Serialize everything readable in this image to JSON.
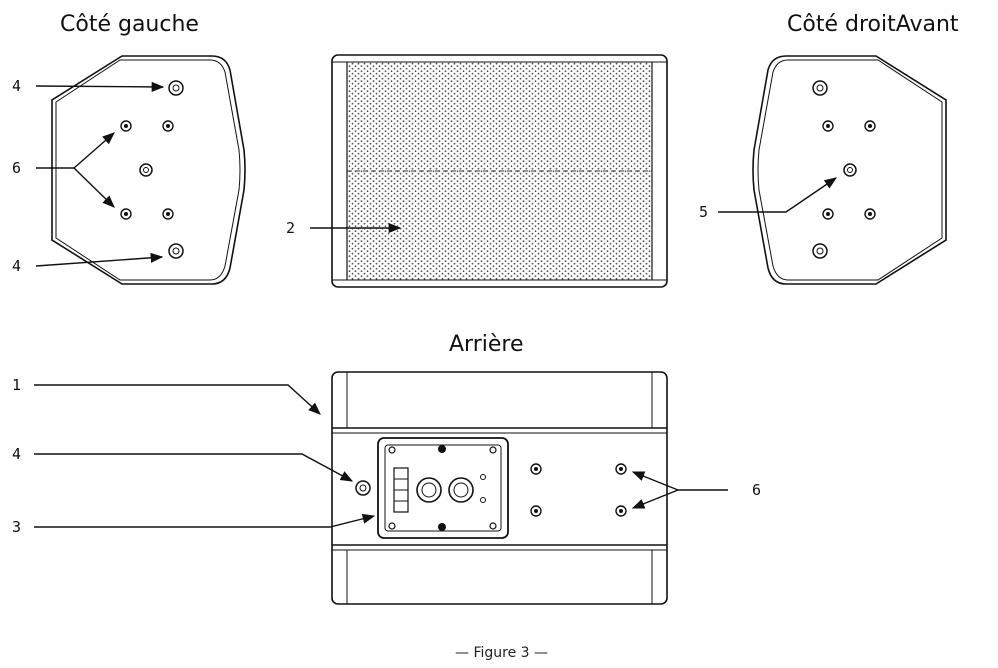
{
  "views": {
    "left_side": "Côté gauche",
    "right_side": "Côté droitAvant",
    "rear": "Arrière"
  },
  "callouts": {
    "left_top": "4",
    "left_middle": "6",
    "left_bottom": "4",
    "front_grille": "2",
    "right_middle": "5",
    "rear_top": "1",
    "rear_hole": "4",
    "rear_panel": "3",
    "rear_inserts": "6"
  },
  "caption": "— Figure 3 —"
}
